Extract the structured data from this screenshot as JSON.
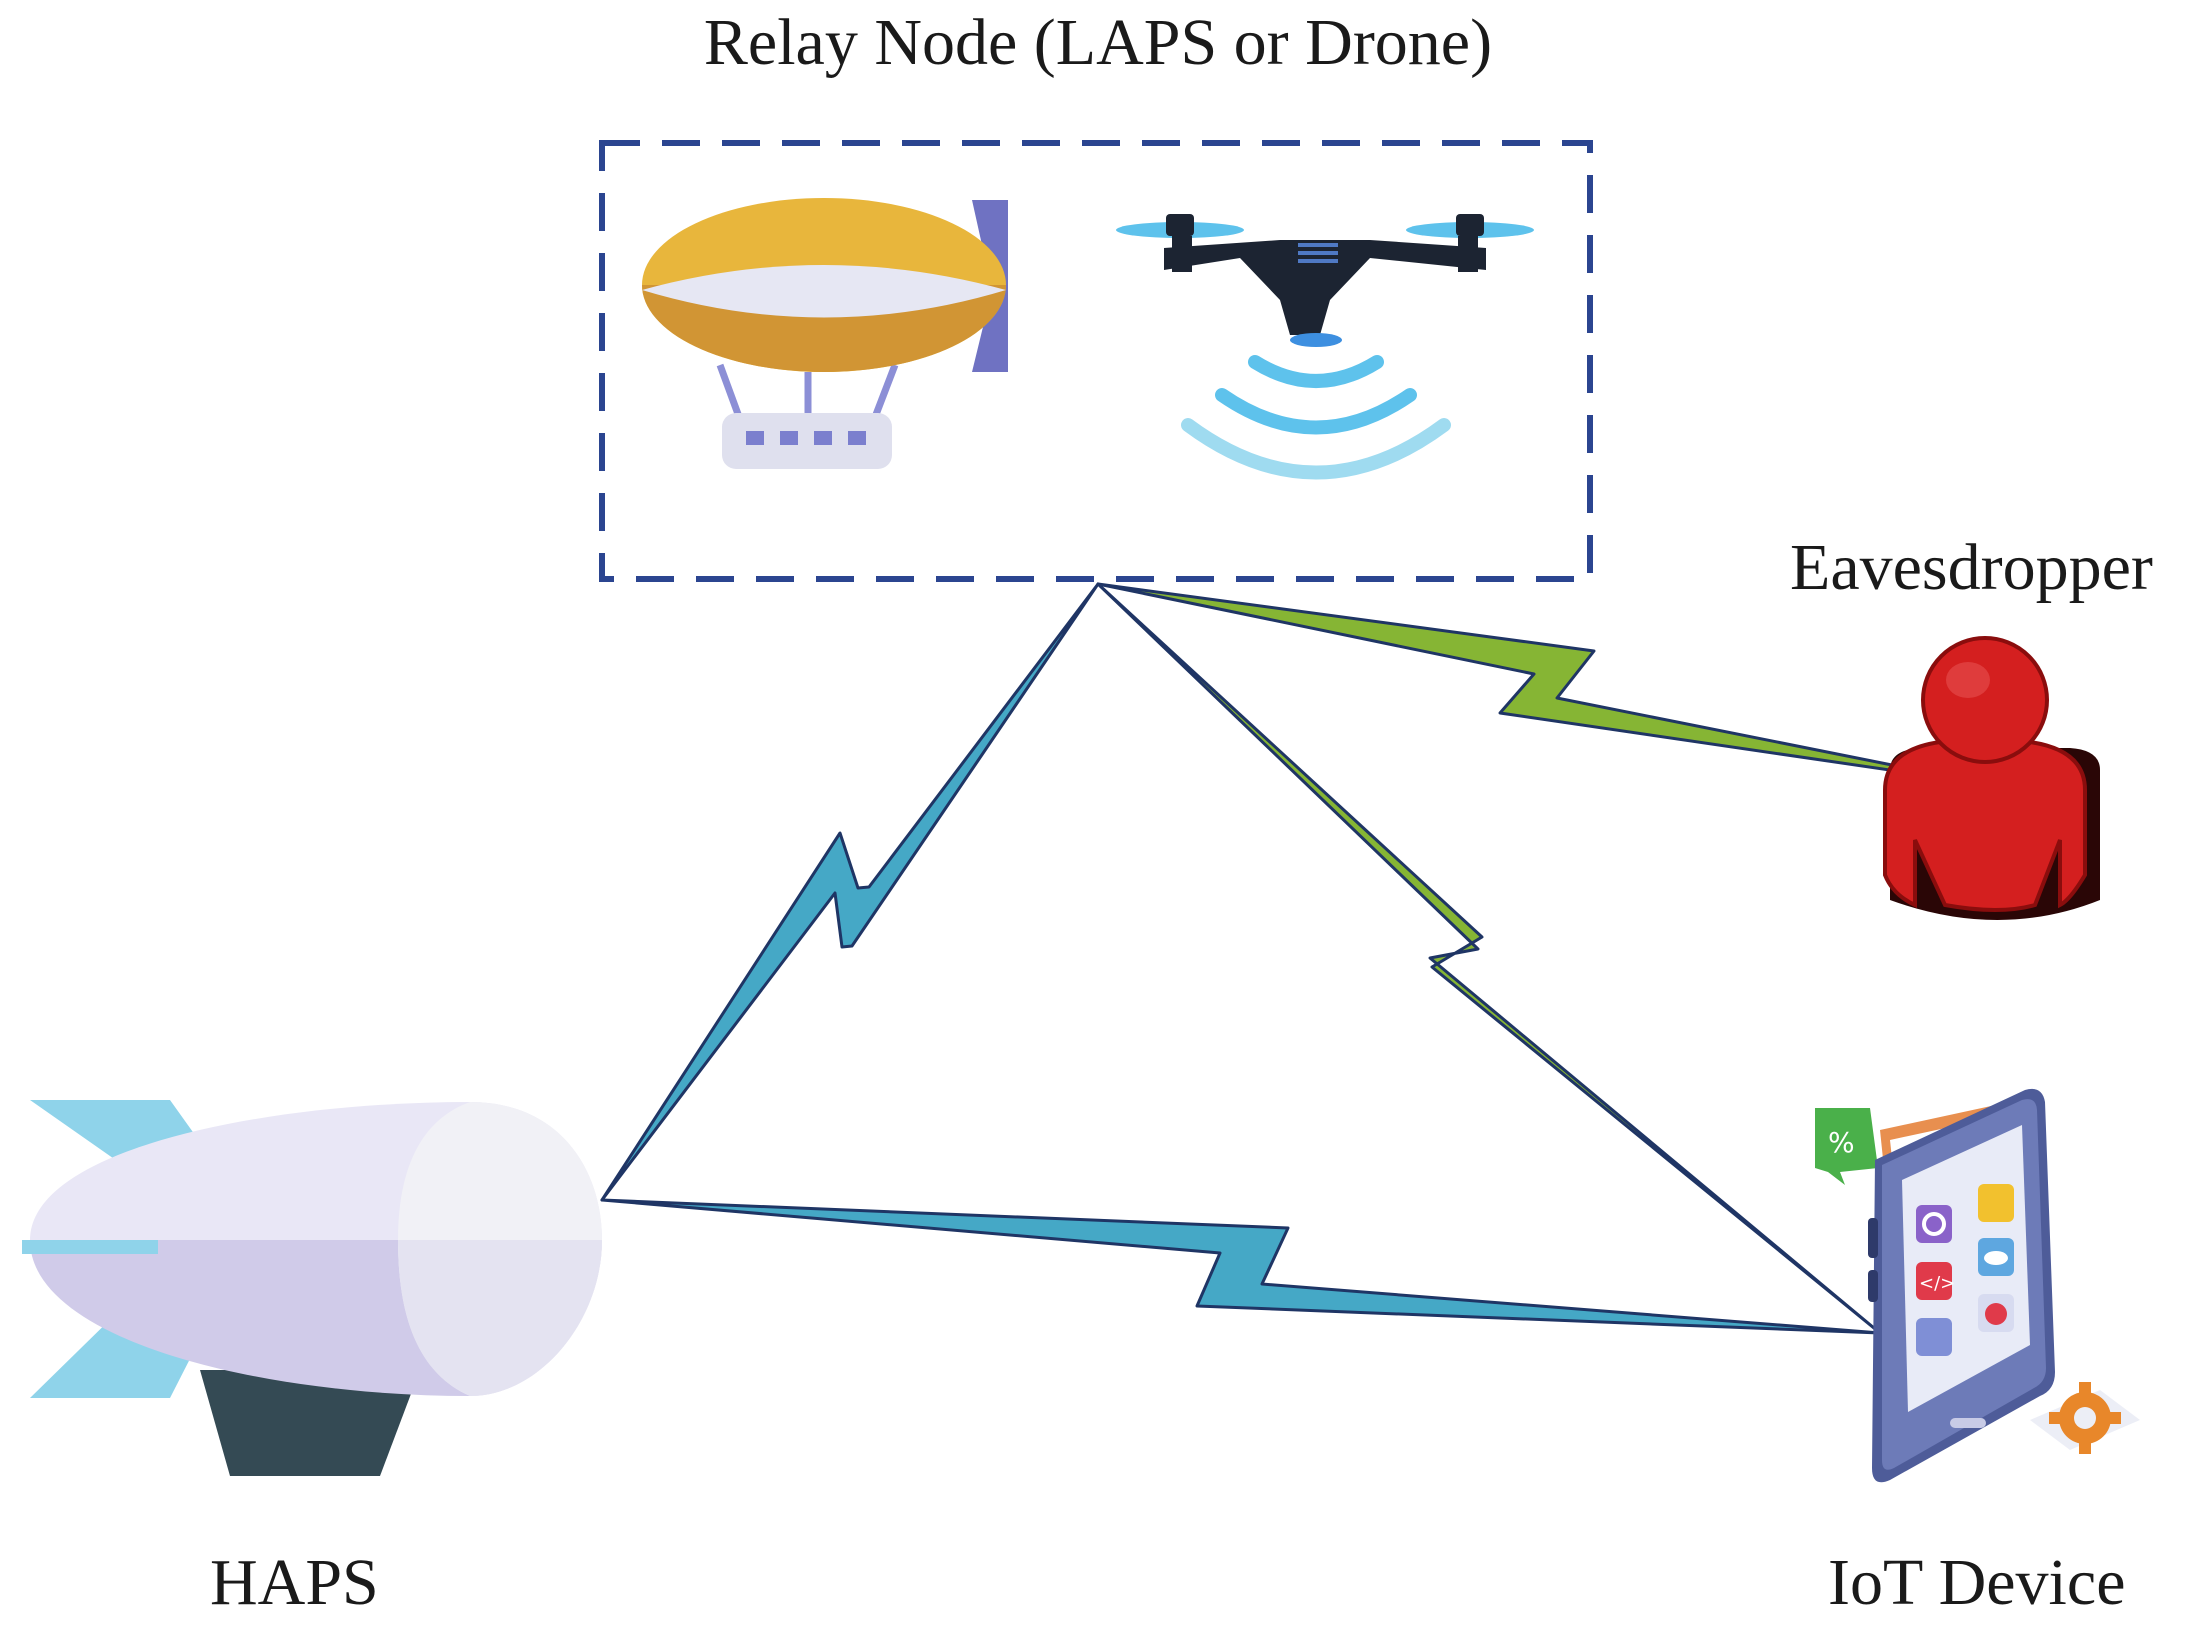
{
  "labels": {
    "relay_title": "Relay Node (LAPS or Drone)",
    "eavesdropper": "Eavesdropper",
    "haps": "HAPS",
    "iot_device": "IoT Device"
  },
  "iot_badges": {
    "percent": "%",
    "code": "</>"
  },
  "colors": {
    "relay_box_border": "#2b4590",
    "link_blue": "#45a8c6",
    "link_green": "#86b534",
    "link_outline": "#1f3565",
    "eavesdropper": "#d41f1f",
    "laps_envelope": "#e8b63c",
    "drone_body": "#1c2432",
    "haps_body": "#d8d4ee"
  },
  "icons": {
    "relay_laps": "blimp-icon",
    "relay_drone": "drone-icon",
    "eavesdropper": "person-icon",
    "haps": "airship-icon",
    "iot": "smartphone-apps-icon"
  }
}
